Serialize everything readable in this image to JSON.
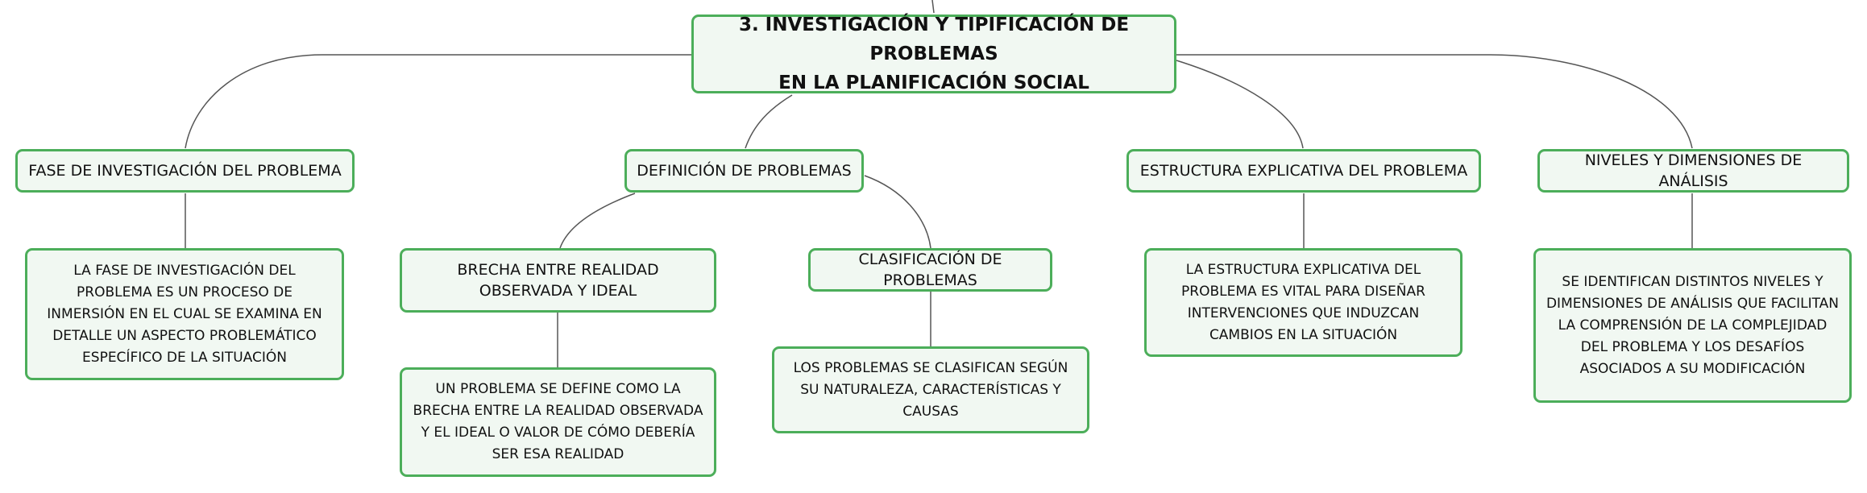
{
  "root": {
    "title_line1": "3. INVESTIGACIÓN Y TIPIFICACIÓN DE PROBLEMAS",
    "title_line2": "EN LA PLANIFICACIÓN SOCIAL"
  },
  "branches": [
    {
      "title": "FASE DE INVESTIGACIÓN DEL PROBLEMA",
      "description": "LA FASE DE INVESTIGACIÓN DEL PROBLEMA ES UN PROCESO DE INMERSIÓN EN EL CUAL SE EXAMINA EN DETALLE UN ASPECTO PROBLEMÁTICO ESPECÍFICO DE LA SITUACIÓN"
    },
    {
      "title": "DEFINICIÓN DE PROBLEMAS",
      "children": [
        {
          "title": "BRECHA ENTRE REALIDAD OBSERVADA Y IDEAL",
          "description": "UN PROBLEMA SE DEFINE COMO LA BRECHA ENTRE LA REALIDAD OBSERVADA Y EL IDEAL O VALOR DE CÓMO DEBERÍA SER ESA REALIDAD"
        },
        {
          "title": "CLASIFICACIÓN DE PROBLEMAS",
          "description": "LOS PROBLEMAS SE CLASIFICAN SEGÚN SU NATURALEZA, CARACTERÍSTICAS Y CAUSAS"
        }
      ]
    },
    {
      "title": "ESTRUCTURA EXPLICATIVA DEL PROBLEMA",
      "description": "LA ESTRUCTURA EXPLICATIVA DEL PROBLEMA ES VITAL PARA DISEÑAR INTERVENCIONES QUE INDUZCAN CAMBIOS EN LA SITUACIÓN"
    },
    {
      "title": "NIVELES Y DIMENSIONES DE ANÁLISIS",
      "description": "SE IDENTIFICAN DISTINTOS NIVELES Y DIMENSIONES DE ANÁLISIS QUE FACILITAN LA COMPRENSIÓN DE LA COMPLEJIDAD DEL PROBLEMA Y LOS DESAFÍOS ASOCIADOS A SU MODIFICACIÓN"
    }
  ],
  "colors": {
    "node_border": "#4cae5a",
    "node_fill": "#f1f8f2",
    "connector": "#555555"
  }
}
